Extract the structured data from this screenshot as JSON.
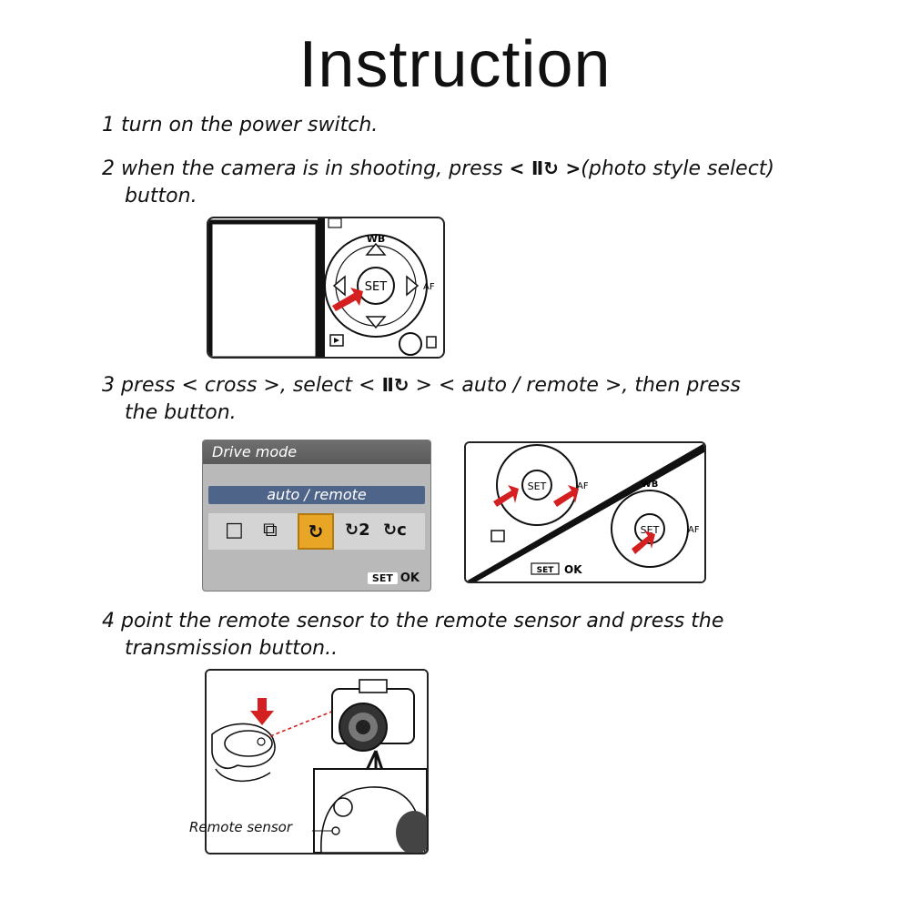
{
  "title": "Instruction",
  "steps": {
    "s1": "1 turn on the power switch.",
    "s2_a": "2 when the camera is in shooting, press",
    "s2_icon": "< Ⅱ↻ >",
    "s2_b": "(photo style select)",
    "s2_c": "button.",
    "s3_a": "3 press < cross >, select <",
    "s3_icon": "Ⅱ↻",
    "s3_b": "> < auto / remote >, then press",
    "s3_c": "the button.",
    "s4_a": "4 point the remote sensor to the remote sensor and press the",
    "s4_b": "transmission button.."
  },
  "figure1": {
    "wb_label": "WB",
    "set_label": "SET",
    "af_label": "AF"
  },
  "menu": {
    "header": "Drive mode",
    "selected": "auto / remote",
    "icons": [
      "□",
      "⧉",
      "↻",
      "↻2",
      "↻c"
    ],
    "ok_set": "SET",
    "ok_label": "OK"
  },
  "figure3": {
    "set_label": "SET",
    "af_label": "AF",
    "wb_label": "WB",
    "ok_set": "SET",
    "ok_label": "OK"
  },
  "figure4": {
    "caption": "Remote sensor"
  },
  "colors": {
    "arrow": "#d42020",
    "menu_highlight": "#e8a526",
    "menu_bar": "#4f6489"
  }
}
